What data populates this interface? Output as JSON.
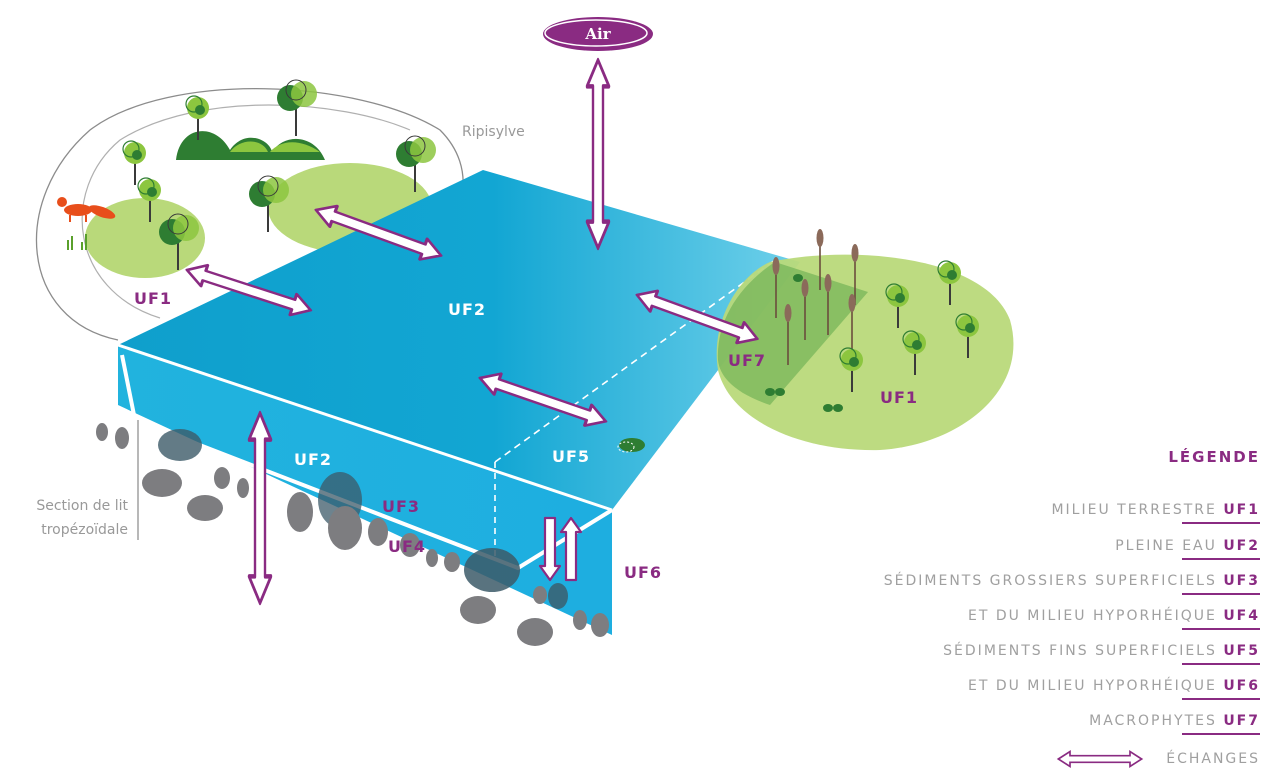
{
  "labels": {
    "air": "Air",
    "ripisylve": "Ripisylve",
    "section": [
      "Section de lit",
      "tropézoïdale"
    ],
    "uf1_left": "UF1",
    "uf1_right": "UF1",
    "uf2_top": "UF2",
    "uf2_side": "UF2",
    "uf3": "UF3",
    "uf4": "UF4",
    "uf5": "UF5",
    "uf6": "UF6",
    "uf7": "UF7"
  },
  "legend": {
    "title": "LÉGENDE",
    "items": [
      {
        "text": "MILIEU TERRESTRE ",
        "code": "UF1"
      },
      {
        "text": "PLEINE EAU ",
        "code": "UF2"
      },
      {
        "text": "SÉDIMENTS GROSSIERS SUPERFICIELS ",
        "code": "UF3"
      },
      {
        "text": "ET DU MILIEU HYPORHÉIQUE ",
        "code": "UF4"
      },
      {
        "text": "SÉDIMENTS FINS SUPERFICIELS ",
        "code": "UF5"
      },
      {
        "text": "ET DU MILIEU HYPORHÉIQUE ",
        "code": "UF6"
      },
      {
        "text": "MACROPHYTES ",
        "code": "UF7"
      }
    ],
    "exchange_label": "ÉCHANGES"
  },
  "colors": {
    "water_top": "#17a9d4",
    "water_side": "#29b6e0",
    "grass": "#b9d97a",
    "tree_dark": "#2f7d32",
    "tree_light": "#8cc63f",
    "purple": "#8a2b82",
    "pebble": "#7d7d80"
  }
}
